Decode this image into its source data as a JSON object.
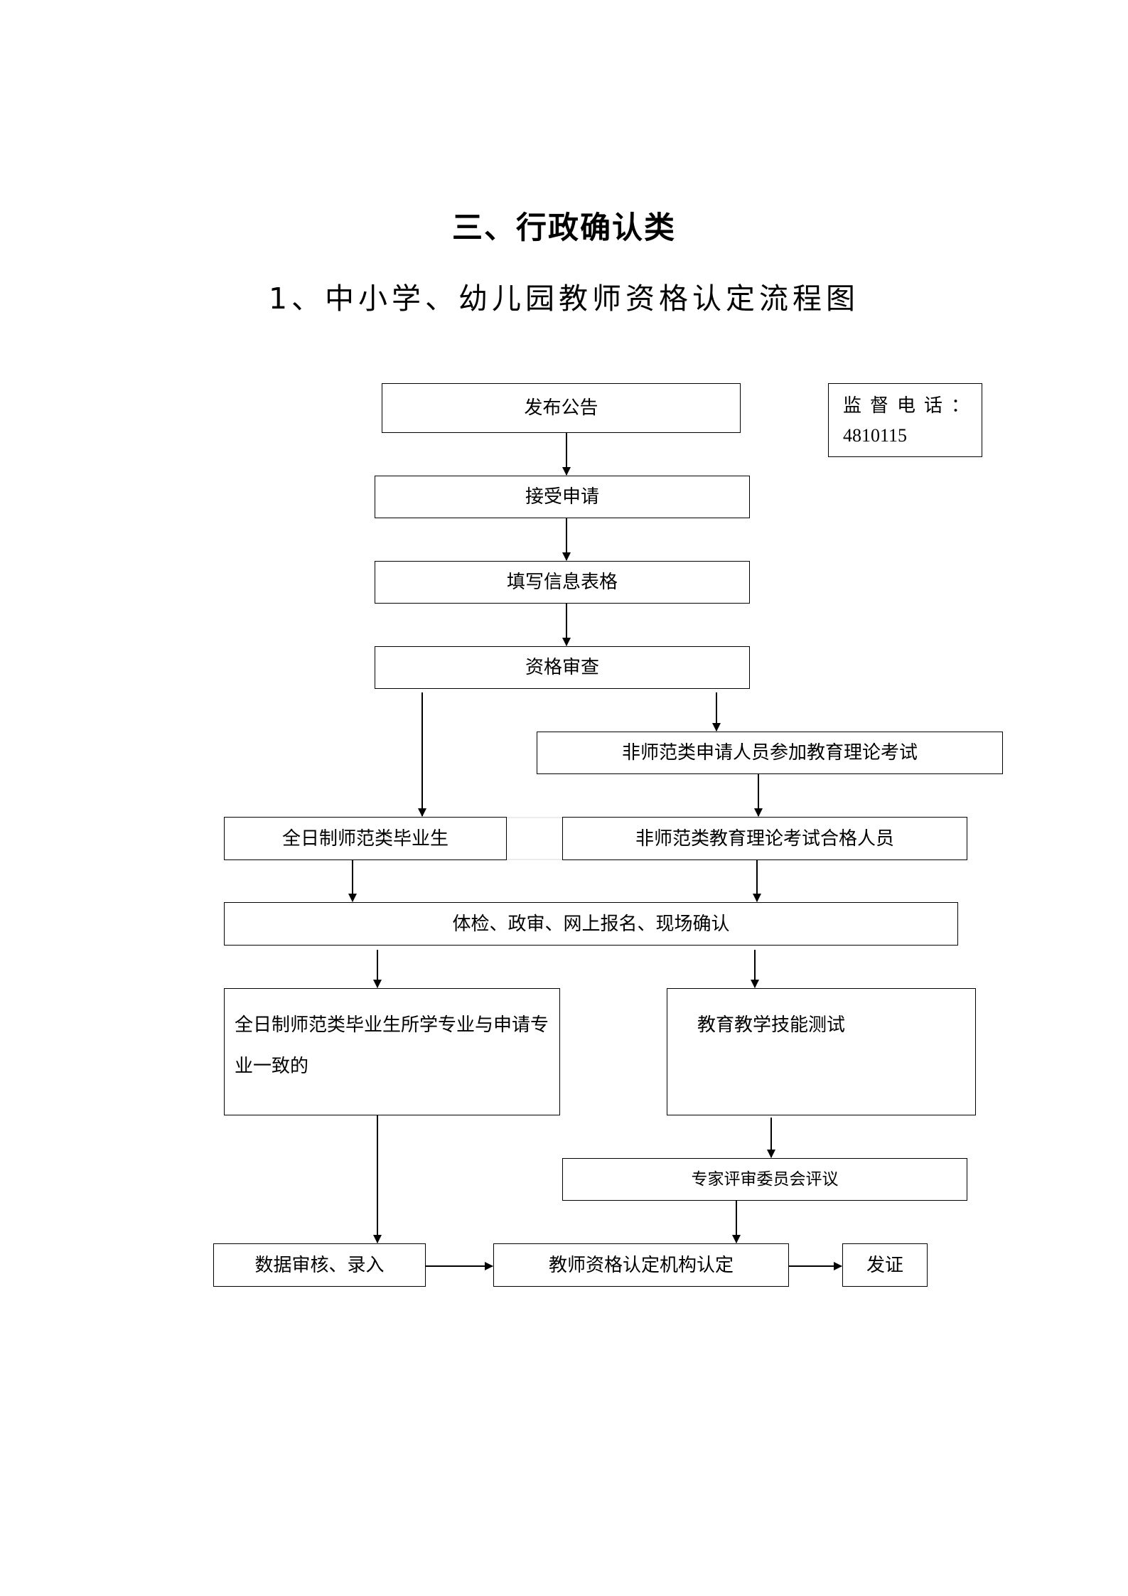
{
  "section_title": "三、行政确认类",
  "flow_title": "1、中小学、幼儿园教师资格认定流程图",
  "phone": {
    "label": "监督电话：",
    "number": "4810115"
  },
  "steps": {
    "announce": "发布公告",
    "accept": "接受申请",
    "fill_form": "填写信息表格",
    "review": "资格审查",
    "exam": "非师范类申请人员参加教育理论考试",
    "fulltime_grad": "全日制师范类毕业生",
    "exam_passed": "非师范类教育理论考试合格人员",
    "checks": "体检、政审、网上报名、现场确认",
    "major_match": "全日制师范类毕业生所学专业与申请专业一致的",
    "skill_test": "教育教学技能测试",
    "expert_review": "专家评审委员会评议",
    "data_entry": "数据审核、录入",
    "certify": "教师资格认定机构认定",
    "issue": "发证"
  }
}
